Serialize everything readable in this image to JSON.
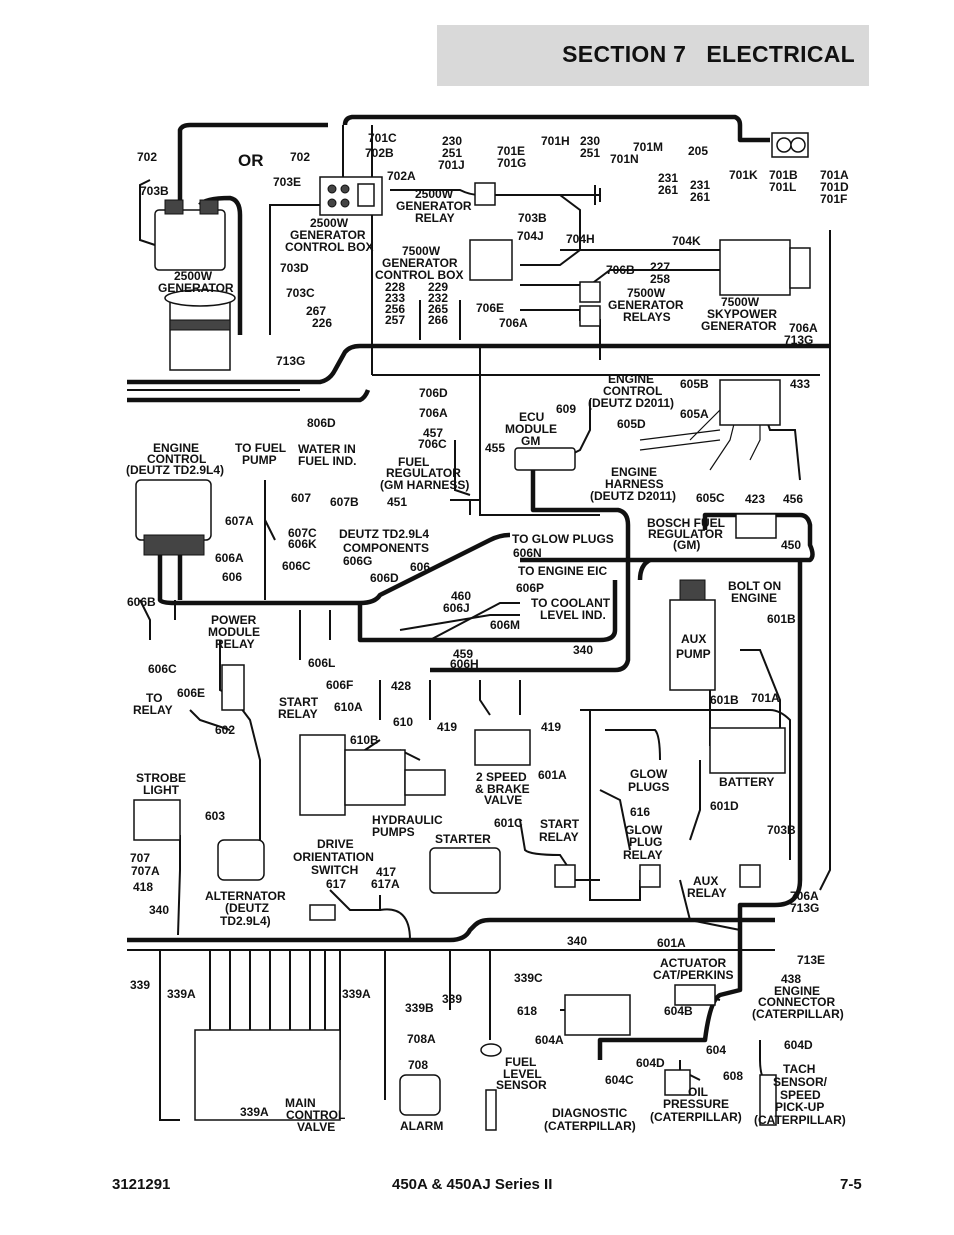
{
  "header": {
    "title": "SECTION 7   ELECTRICAL"
  },
  "footer": {
    "doc_number": "3121291",
    "series": "450A & 450AJ Series II",
    "page": "7-5"
  },
  "labels": {
    "or": "OR",
    "l702a": "702",
    "l702b": "702",
    "l703b": "703B",
    "l703e": "703E",
    "l702A": "702A",
    "l701c": "701C",
    "l702B": "702B",
    "l230a": "230",
    "l251a": "251",
    "l701j": "701J",
    "l701e": "701E",
    "l701g": "701G",
    "l701h": "701H",
    "l230b": "230",
    "l251b": "251",
    "l701m": "701M",
    "l701n": "701N",
    "l205": "205",
    "l231a": "231",
    "l261a": "261",
    "l231b": "231",
    "l261b": "261",
    "l701k": "701K",
    "l701b": "701B",
    "l701l": "701L",
    "l701a": "701A",
    "l701d": "701D",
    "l701f": "701F",
    "gen_relay_2500_1": "2500W",
    "gen_relay_2500_2": "GENERATOR",
    "gen_relay_2500_3": "RELAY",
    "gcb_2500_1": "2500W",
    "gcb_2500_2": "GENERATOR",
    "gcb_2500_3": "CONTROL BOX",
    "gen_2500_1": "2500W",
    "gen_2500_2": "GENERATOR",
    "l703d": "703D",
    "l703c": "703C",
    "l267": "267",
    "l226": "226",
    "l713g_a": "713G",
    "gcb_7500_1": "7500W",
    "gcb_7500_2": "GENERATOR",
    "gcb_7500_3": "CONTROL BOX",
    "n228": "228",
    "n233": "233",
    "n256": "256",
    "n257": "257",
    "n229": "229",
    "n232": "232",
    "n265": "265",
    "n266": "266",
    "l703b_b": "703B",
    "l704j": "704J",
    "l704h": "704H",
    "l704k": "704K",
    "l706e": "706E",
    "l706a": "706A",
    "l706b": "706B",
    "n227": "227",
    "n258": "258",
    "gr_7500_1": "7500W",
    "gr_7500_2": "GENERATOR",
    "gr_7500_3": "RELAYS",
    "sky_1": "7500W",
    "sky_2": "SKYPOWER",
    "sky_3": "GENERATOR",
    "l706a_r": "706A",
    "l713g_r": "713G",
    "l806d": "806D",
    "l706d": "706D",
    "l706a_b": "706A",
    "l457": "457",
    "l706c": "706C",
    "l455": "455",
    "ecu_1": "ECU",
    "ecu_2": "MODULE",
    "ecu_3": "GM",
    "l609": "609",
    "fr_1": "FUEL",
    "fr_2": "REGULATOR",
    "fr_3": "(GM HARNESS)",
    "l451": "451",
    "ec_d_1": "ENGINE",
    "ec_d_2": "CONTROL",
    "ec_d_3": "(DEUTZ D2011)",
    "l605b": "605B",
    "l433": "433",
    "l605a": "605A",
    "l605d": "605D",
    "eh_1": "ENGINE",
    "eh_2": "HARNESS",
    "eh_3": "(DEUTZ D2011)",
    "l605c": "605C",
    "l423": "423",
    "l456": "456",
    "bf_1": "BOSCH FUEL",
    "bf_2": "REGULATOR",
    "bf_3": "(GM)",
    "l450": "450",
    "ect_1": "ENGINE",
    "ect_2": "CONTROL",
    "ect_3": "(DEUTZ TD2.9L4)",
    "tfp_1": "TO FUEL",
    "tfp_2": "PUMP",
    "wif_1": "WATER IN",
    "wif_2": "FUEL IND.",
    "l607": "607",
    "l607a": "607A",
    "l607b": "607B",
    "l607c": "607C",
    "l606k": "606K",
    "dc_1": "DEUTZ TD2.9L4",
    "dc_2": "COMPONENTS",
    "l606a": "606A",
    "l606": "606",
    "l606c": "606C",
    "l606g": "606G",
    "l606d": "606D",
    "l606_2": "606",
    "tgp": "TO GLOW PLUGS",
    "l606n": "606N",
    "tee": "TO ENGINE EIC",
    "l606p": "606P",
    "tcl_1": "TO COOLANT",
    "tcl_2": "LEVEL IND.",
    "l606m": "606M",
    "l460": "460",
    "l606j": "606J",
    "l459": "459",
    "l606h": "606H",
    "l606b": "606B",
    "pmr_1": "POWER",
    "pmr_2": "MODULE",
    "pmr_3": "RELAY",
    "l606l": "606L",
    "l606f": "606F",
    "l606c_b": "606C",
    "l606e": "606E",
    "tr_1": "TO",
    "tr_2": "RELAY",
    "l602": "602",
    "sr_1": "START",
    "sr_2": "RELAY",
    "l428": "428",
    "l610a": "610A",
    "l610": "610",
    "l610b": "610B",
    "l419a": "419",
    "l419b": "419",
    "l340a": "340",
    "hp_1": "HYDRAULIC",
    "hp_2": "PUMPS",
    "sbv_1": "2 SPEED",
    "sbv_2": "& BRAKE",
    "sbv_3": "VALVE",
    "boe_1": "BOLT ON",
    "boe_2": "ENGINE",
    "l601b_a": "601B",
    "ap_1": "AUX",
    "ap_2": "PUMP",
    "l601b_b": "601B",
    "l701a_b": "701A",
    "batt": "BATTERY",
    "sl_1": "STROBE",
    "sl_2": "LIGHT",
    "l603": "603",
    "l707": "707",
    "l707a": "707A",
    "l418": "418",
    "alt_1": "ALTERNATOR",
    "alt_2": "(DEUTZ",
    "alt_3": "TD2.9L4)",
    "dos_1": "DRIVE",
    "dos_2": "ORIENTATION",
    "dos_3": "SWITCH",
    "l617": "617",
    "l417": "417",
    "l617a": "617A",
    "l601a": "601A",
    "gp_1": "GLOW",
    "gp_2": "PLUGS",
    "l616": "616",
    "gpr_1": "GLOW",
    "gpr_2": "PLUG",
    "gpr_3": "RELAY",
    "l601d": "601D",
    "l601c": "601C",
    "sr2_1": "START",
    "sr2_2": "RELAY",
    "starter": "STARTER",
    "l703b_c": "703B",
    "ar_1": "AUX",
    "ar_2": "RELAY",
    "l706a_c": "706A",
    "l713g_c": "713G",
    "l340b": "340",
    "l340c": "340",
    "l601a_b": "601A",
    "l713e": "713E",
    "act_1": "ACTUATOR",
    "act_2": "CAT/PERKINS",
    "l438": "438",
    "econ_1": "ENGINE",
    "econ_2": "CONNECTOR",
    "econ_3": "(CATERPILLAR)",
    "l339": "339",
    "l339a": "339A",
    "l339a_b": "339A",
    "l339b": "339B",
    "l339_b": "339",
    "l339c": "339C",
    "l618": "618",
    "l708a": "708A",
    "l708": "708",
    "l339a_c": "339A",
    "mcv_1": "MAIN",
    "mcv_2": "CONTROL",
    "mcv_3": "VALVE",
    "alarm": "ALARM",
    "fls_1": "FUEL",
    "fls_2": "LEVEL",
    "fls_3": "SENSOR",
    "l604a": "604A",
    "l604b": "604B",
    "l604": "604",
    "l604d": "604D",
    "l604d_b": "604D",
    "l604c": "604C",
    "l608": "608",
    "diag_1": "DIAGNOSTIC",
    "diag_2": "(CATERPILLAR)",
    "op_1": "OIL",
    "op_2": "PRESSURE",
    "op_3": "(CATERPILLAR)",
    "ts_1": "TACH",
    "ts_2": "SENSOR/",
    "ts_3": "SPEED",
    "ts_4": "PICK-UP",
    "ts_5": "(CATERPILLAR)"
  }
}
